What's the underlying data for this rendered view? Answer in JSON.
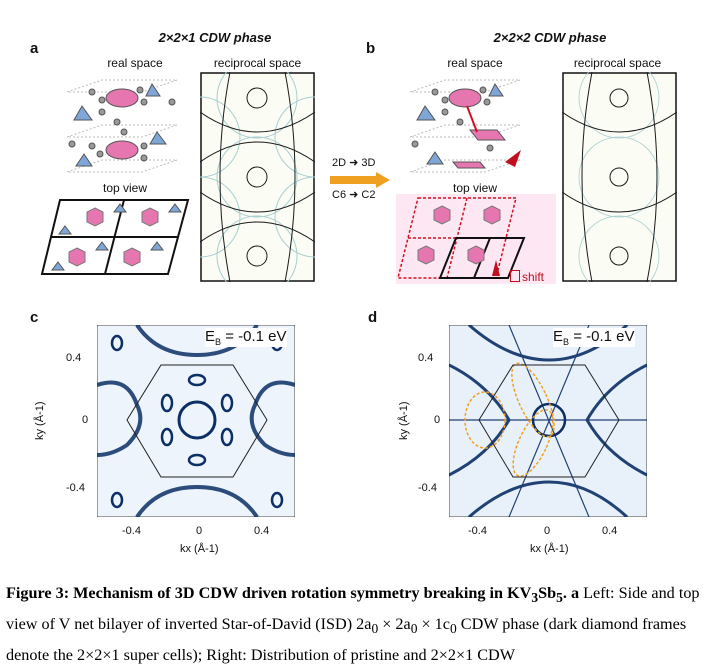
{
  "panels": {
    "a": {
      "letter": "a",
      "title": "2×2×1 CDW phase",
      "real_label": "real space",
      "recip_label": "reciprocal space",
      "top_view_label": "top view"
    },
    "b": {
      "letter": "b",
      "title": "2×2×2 CDW phase",
      "real_label": "real space",
      "recip_label": "reciprocal space",
      "top_view_label": "top view",
      "shift_label": "shift"
    },
    "arrow": {
      "line1": "2D",
      "line1b": "3D",
      "line2": "C6",
      "line2b": "C2"
    },
    "c": {
      "letter": "c",
      "eb_label": "E",
      "eb_sub": "B",
      "eb_value": " = -0.1 eV"
    },
    "d": {
      "letter": "d",
      "eb_label": "E",
      "eb_sub": "B",
      "eb_value": " = -0.1 eV"
    }
  },
  "axes": {
    "ytick_top": "0.4",
    "ytick_mid": "0",
    "ytick_bot": "-0.4",
    "xtick_left": "-0.4",
    "xtick_mid": "0",
    "xtick_right": "0.4",
    "ylabel": "ky (Å-1)",
    "xlabel": "kx (Å-1)"
  },
  "caption": {
    "head": "Figure 3: Mechanism of 3D CDW driven rotation symmetry breaking in KV",
    "head_sub1": "3",
    "head_mid": "Sb",
    "head_sub2": "5",
    "head_end": ". a",
    "body1": " Left: Side and top view of V net bilayer of inverted Star-of-David (ISD) 2a",
    "body2": " × 2a",
    "body3": " × 1c",
    "body4": " CDW phase (dark diamond frames denote the 2×2×1 super cells); Right: Distribution of pristine and 2×2×1 CDW",
    "sub0": "0"
  },
  "colors": {
    "pink": "#e676b0",
    "blue": "#7fa6d8",
    "arpes_dark": "#0b2f66",
    "arpes_light": "#cfe0f2",
    "orange": "#f0a020",
    "red": "#d01020"
  }
}
